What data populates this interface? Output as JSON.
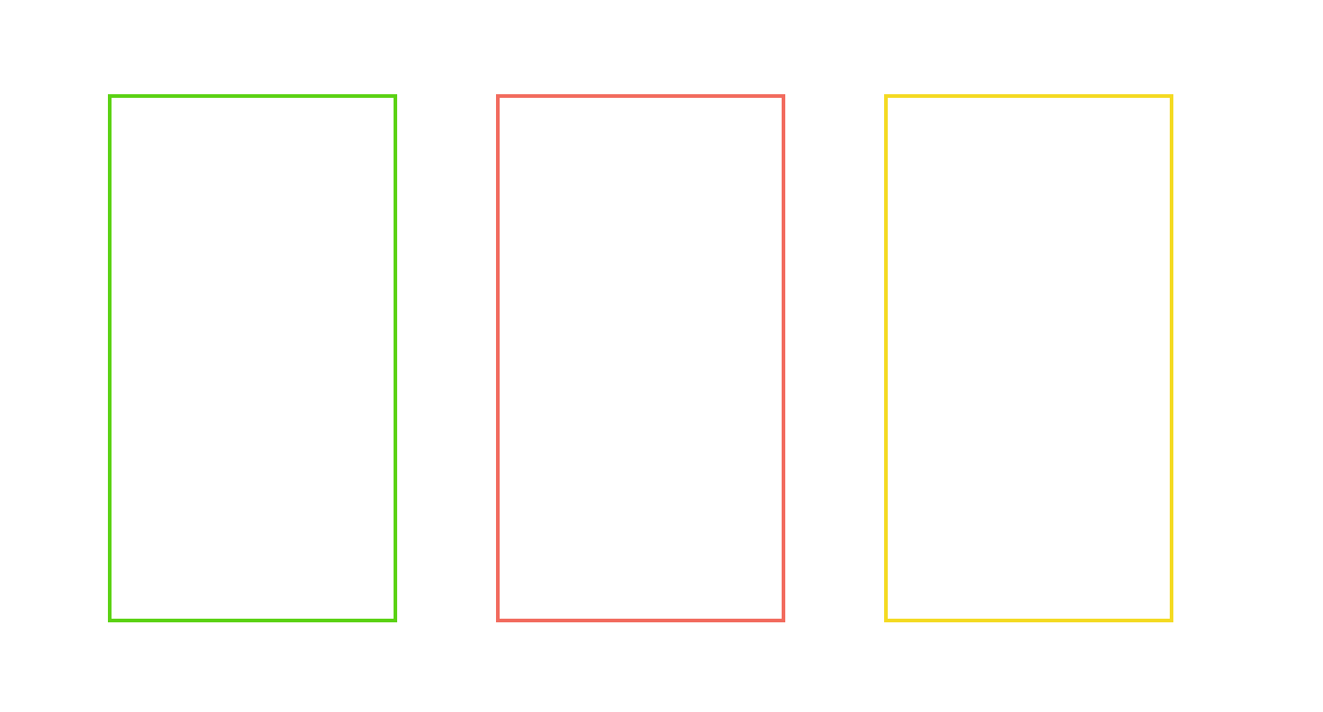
{
  "panels": [
    {
      "id": "panel-green",
      "border_color": "#5bd214"
    },
    {
      "id": "panel-red",
      "border_color": "#f26b5e"
    },
    {
      "id": "panel-yellow",
      "border_color": "#f4da22"
    }
  ],
  "background_color": "#ffffff"
}
